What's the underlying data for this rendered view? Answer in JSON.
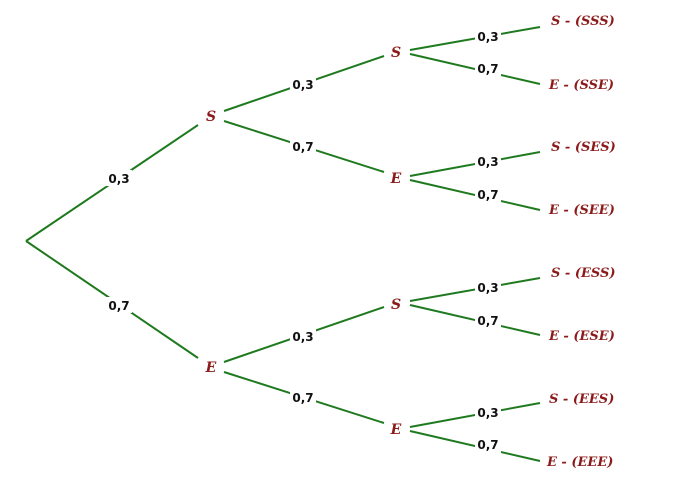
{
  "tree": {
    "level1": {
      "nodes": [
        "S",
        "E"
      ],
      "probs": [
        "0,3",
        "0,7"
      ]
    },
    "level2": {
      "nodes": [
        "S",
        "E",
        "S",
        "E"
      ],
      "probs": [
        "0,3",
        "0,7",
        "0,3",
        "0,7"
      ]
    },
    "level3": {
      "probs": [
        "0,3",
        "0,7",
        "0,3",
        "0,7",
        "0,3",
        "0,7",
        "0,3",
        "0,7"
      ],
      "leaves": [
        "S - (SSS)",
        "E - (SSE)",
        "S - (SES)",
        "E - (SEE)",
        "S - (ESS)",
        "E - (ESE)",
        "S - (EES)",
        "E - (EEE)"
      ]
    }
  },
  "colors": {
    "branch": "#1f7a1f",
    "label": "#8b1a1a",
    "prob": "#111111"
  }
}
